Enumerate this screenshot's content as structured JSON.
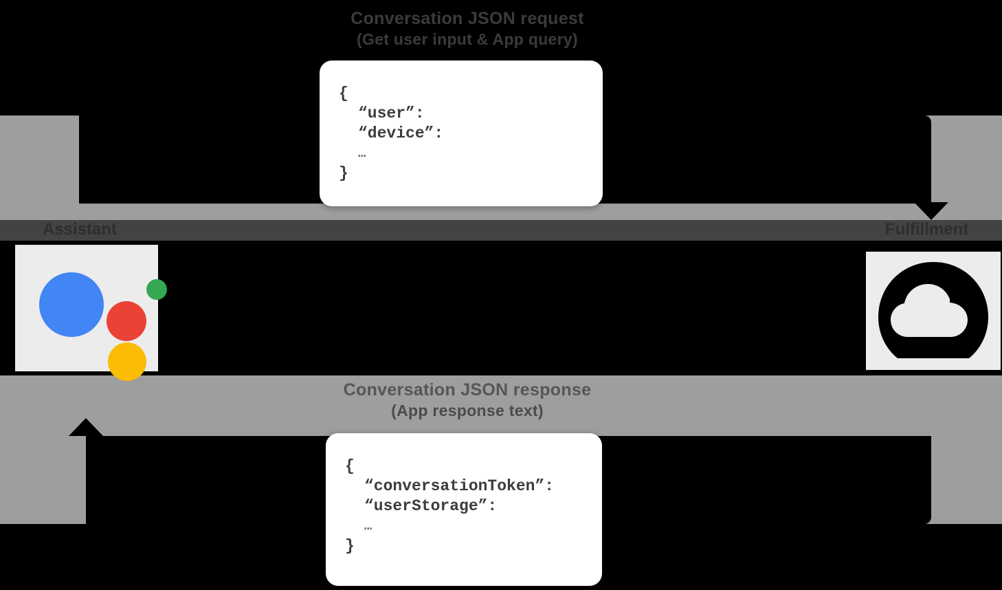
{
  "diagram": {
    "title": "Conversation JSON request / response flow",
    "colors": {
      "band": "#9e9e9e",
      "arrow": "#000000",
      "card": "#ffffff",
      "strip": "#434343",
      "google_blue": "#4285f4",
      "google_red": "#ea4335",
      "google_yellow": "#fbbc05",
      "google_green": "#34a853"
    }
  },
  "nodes": {
    "assistant": {
      "label": "Assistant",
      "icon": "google-assistant-icon"
    },
    "fulfillment": {
      "label": "Fulfillment",
      "icon": "cloud-icon"
    }
  },
  "flows": {
    "request": {
      "title": "Conversation JSON request",
      "subtitle": "(Get user input & App query)",
      "direction": "assistant-to-fulfillment"
    },
    "response": {
      "title": "Conversation JSON response",
      "subtitle": "(App response text)",
      "direction": "fulfillment-to-assistant"
    }
  },
  "json_request": {
    "open": "{",
    "lines": [
      "“user”:",
      "“device”:"
    ],
    "ellipsis": "…",
    "close": "}"
  },
  "json_response": {
    "open": "{",
    "lines": [
      "“conversationToken”:",
      "“userStorage”:"
    ],
    "ellipsis": "…",
    "close": "}"
  }
}
